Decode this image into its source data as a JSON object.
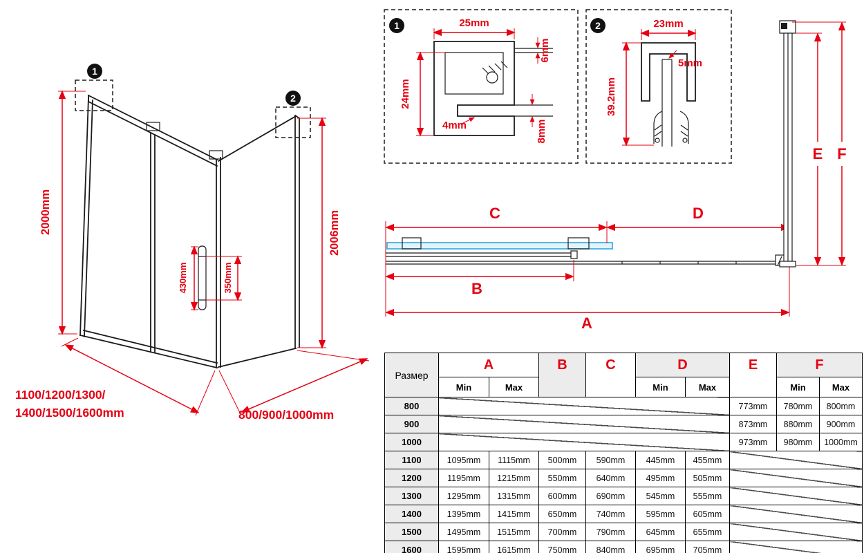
{
  "colors": {
    "red": "#e60012",
    "blue_stroke": "#2ea8dd",
    "blue_fill": "#e3f3fc"
  },
  "iso": {
    "callout_1": "1",
    "callout_2": "2",
    "dim_height_left": "2000mm",
    "dim_handle_length": "430mm",
    "dim_handle_centers": "350mm",
    "dim_height_right": "2006mm",
    "dim_width_line1": "1100/1200/1300/",
    "dim_width_line2": "1400/1500/1600mm",
    "dim_depth": "800/900/1000mm"
  },
  "detail_1": {
    "callout": "1",
    "dim_width": "25mm",
    "dim_height": "24mm",
    "dim_wall": "4mm",
    "dim_glass_top": "6mm",
    "dim_glass_bottom": "8mm"
  },
  "detail_2": {
    "callout": "2",
    "dim_width": "23mm",
    "dim_gap": "5mm",
    "dim_height": "39.2mm"
  },
  "plan": {
    "label_c": "C",
    "label_d": "D",
    "label_b": "B",
    "label_a": "A",
    "label_e": "E",
    "label_f": "F"
  },
  "table": {
    "size_header": "Размер",
    "col_a": "A",
    "col_b": "B",
    "col_c": "C",
    "col_d": "D",
    "col_e": "E",
    "col_f": "F",
    "min_label": "Min",
    "max_label": "Max",
    "rows": [
      {
        "size": "800",
        "e": "773mm",
        "f_min": "780mm",
        "f_max": "800mm"
      },
      {
        "size": "900",
        "e": "873mm",
        "f_min": "880mm",
        "f_max": "900mm"
      },
      {
        "size": "1000",
        "e": "973mm",
        "f_min": "980mm",
        "f_max": "1000mm"
      },
      {
        "size": "1100",
        "a_min": "1095mm",
        "a_max": "1115mm",
        "b": "500mm",
        "c": "590mm",
        "d_min": "445mm",
        "d_max": "455mm"
      },
      {
        "size": "1200",
        "a_min": "1195mm",
        "a_max": "1215mm",
        "b": "550mm",
        "c": "640mm",
        "d_min": "495mm",
        "d_max": "505mm"
      },
      {
        "size": "1300",
        "a_min": "1295mm",
        "a_max": "1315mm",
        "b": "600mm",
        "c": "690mm",
        "d_min": "545mm",
        "d_max": "555mm"
      },
      {
        "size": "1400",
        "a_min": "1395mm",
        "a_max": "1415mm",
        "b": "650mm",
        "c": "740mm",
        "d_min": "595mm",
        "d_max": "605mm"
      },
      {
        "size": "1500",
        "a_min": "1495mm",
        "a_max": "1515mm",
        "b": "700mm",
        "c": "790mm",
        "d_min": "645mm",
        "d_max": "655mm"
      },
      {
        "size": "1600",
        "a_min": "1595mm",
        "a_max": "1615mm",
        "b": "750mm",
        "c": "840mm",
        "d_min": "695mm",
        "d_max": "705mm"
      }
    ]
  }
}
